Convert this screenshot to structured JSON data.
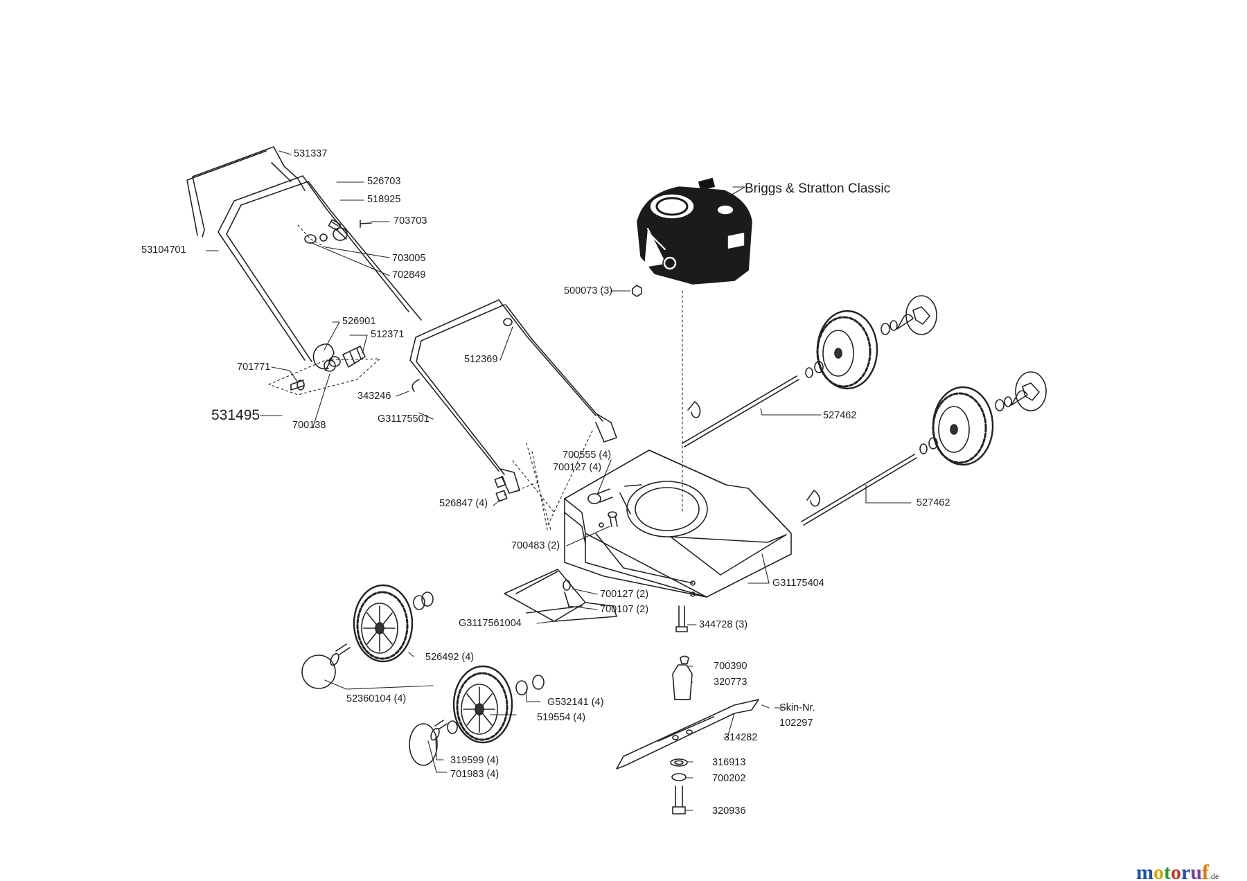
{
  "labels": {
    "p531337": "531337",
    "p526703": "526703",
    "p518925": "518925",
    "p703703": "703703",
    "p53104701": "53104701",
    "p703005": "703005",
    "p702849": "702849",
    "p526901": "526901",
    "p512371": "512371",
    "p701771": "701771",
    "p531495": "531495",
    "p700138": "700138",
    "p512369": "512369",
    "p343246": "343246",
    "pG31175501": "G31175501",
    "p526847": "526847 (4)",
    "p700555": "700555 (4)",
    "p700127a": "700127 (4)",
    "p700483": "700483 (2)",
    "p700127b": "700127 (2)",
    "p700107": "700107 (2)",
    "pG3117561004": "G3117561004",
    "pG31175404": "G31175404",
    "p344728": "344728 (3)",
    "pBriggs": "Briggs & Stratton Classic",
    "p500073": "500073 (3)",
    "p527462a": "527462",
    "p527462b": "527462",
    "p526492": "526492 (4)",
    "p52360104": "52360104 (4)",
    "pG532141": "G532141 (4)",
    "p519554": "519554 (4)",
    "p319599": "319599 (4)",
    "p701983": "701983 (4)",
    "p700390": "700390",
    "p320773": "320773",
    "pSkin": "Skin-Nr.",
    "pSkinNr": "102297",
    "p314282": "314282",
    "p316913": "316913",
    "p700202": "700202",
    "p320936": "320936"
  },
  "watermark": {
    "motoruf": "motoruf",
    "suffix": ".de",
    "colors": [
      "#1f4fa8",
      "#d9a400",
      "#2e9a3a",
      "#c0392b",
      "#1f4fa8",
      "#7a3fa0",
      "#e07b00"
    ]
  }
}
